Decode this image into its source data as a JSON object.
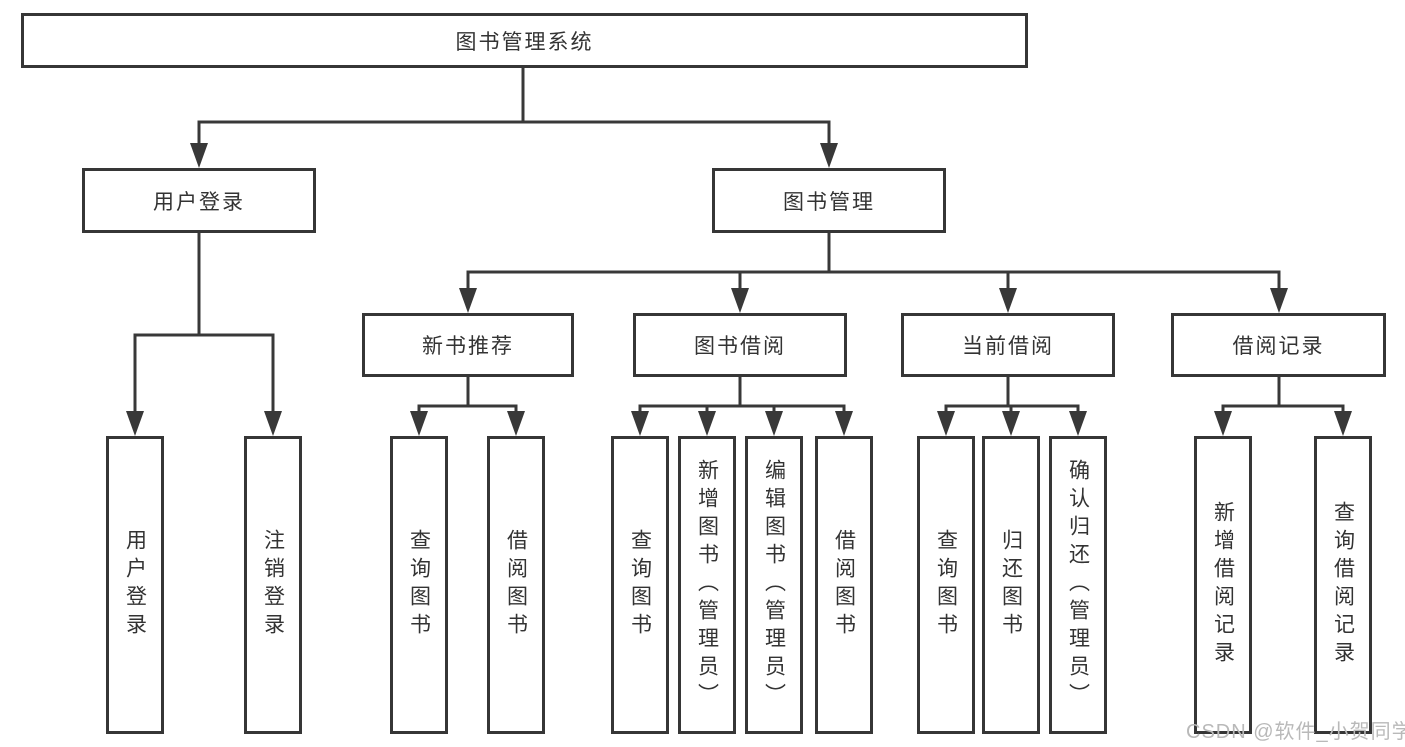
{
  "tree": {
    "label": "图书管理系统",
    "children": [
      {
        "label": "用户登录",
        "children": [
          {
            "label": "用户登录"
          },
          {
            "label": "注销登录"
          }
        ]
      },
      {
        "label": "图书管理",
        "children": [
          {
            "label": "新书推荐",
            "children": [
              {
                "label": "查询图书"
              },
              {
                "label": "借阅图书"
              }
            ]
          },
          {
            "label": "图书借阅",
            "children": [
              {
                "label": "查询图书"
              },
              {
                "label": "新增图书（管理员）"
              },
              {
                "label": "编辑图书（管理员）"
              },
              {
                "label": "借阅图书"
              }
            ]
          },
          {
            "label": "当前借阅",
            "children": [
              {
                "label": "查询图书"
              },
              {
                "label": "归还图书"
              },
              {
                "label": "确认归还（管理员）"
              }
            ]
          },
          {
            "label": "借阅记录",
            "children": [
              {
                "label": "新增借阅记录"
              },
              {
                "label": "查询借阅记录"
              }
            ]
          }
        ]
      }
    ]
  },
  "watermark": "CSDN @软件_小贺同学",
  "colors": {
    "line": "#383838",
    "box_border": "#363636",
    "box_fill": "#ffffff",
    "text": "#333333",
    "watermark_text": "#b9b9b9"
  }
}
